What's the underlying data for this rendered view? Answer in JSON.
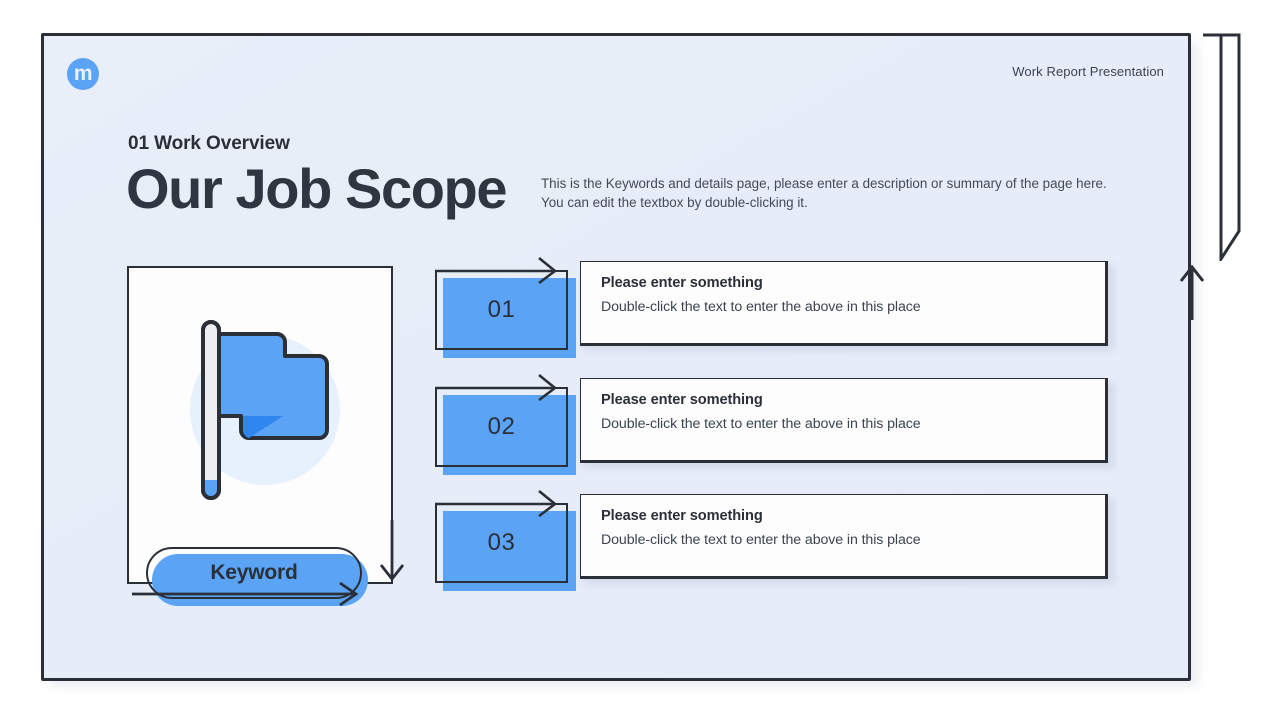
{
  "slide": {
    "logo_letter": "m",
    "header_label": "Work Report Presentation",
    "eyebrow": "01 Work Overview",
    "title": "Our Job Scope",
    "lede": "This is the Keywords and details page, please enter a description or summary of the page here. You can edit the textbox by double-clicking it.",
    "keyword_pill_label": "Keyword",
    "accent_color": "#5ba3f5",
    "ink_color": "#2b3038",
    "background_color": "#e8eef8",
    "card_color": "#fdfdfe",
    "icons": {
      "logo": "m-circle-logo-icon",
      "illustration": "flag-icon",
      "row_arrow": "arrow-right-icon",
      "card_down_arrow": "arrow-down-icon",
      "frame_up_arrow": "arrow-up-icon",
      "keyword_arrow": "arrow-right-icon",
      "ribbon": "bookmark-ribbon-shape"
    }
  },
  "items": [
    {
      "number": "01",
      "title": "Please enter something",
      "subtitle": "Double-click the text to enter the above in this place"
    },
    {
      "number": "02",
      "title": "Please enter something",
      "subtitle": "Double-click the text to enter the above in this place"
    },
    {
      "number": "03",
      "title": "Please enter something",
      "subtitle": "Double-click the text to enter the above in this place"
    }
  ]
}
